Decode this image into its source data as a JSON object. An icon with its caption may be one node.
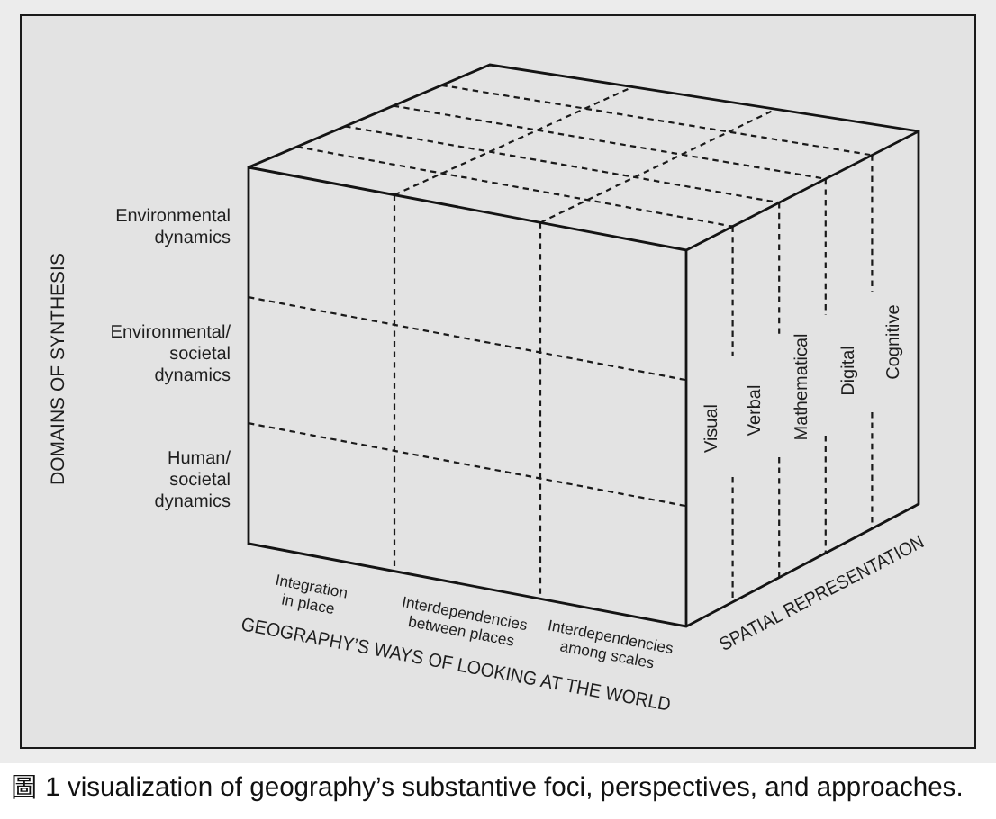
{
  "diagram": {
    "caption": "圖 1 visualization of geography’s substantive foci, perspectives, and approaches.",
    "labels": [
      "DOMAINS OF SYNTHESIS",
      "Environmental dynamics",
      "Environmental/ societal dynamics",
      "Human/ societal dynamics",
      "Visual",
      "Verbal",
      "Mathematical",
      "Digital",
      "Cognitive",
      "Integration in place",
      "Interdependencies between places",
      "Interdependencies among scales",
      "GEOGRAPHY’S WAYS OF LOOKING AT THE WORLD",
      "SPATIAL REPRESENTATION"
    ]
  }
}
